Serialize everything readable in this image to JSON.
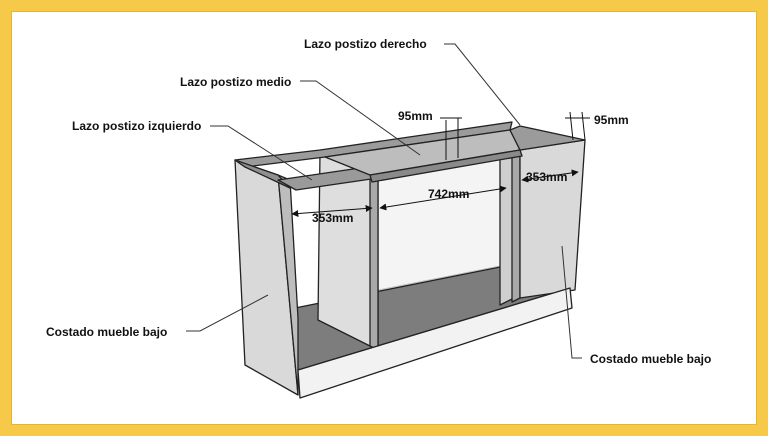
{
  "labels": {
    "lazo_derecho": "Lazo postizo derecho",
    "lazo_medio": "Lazo postizo medio",
    "lazo_izquierdo": "Lazo postizo izquierdo",
    "costado_izquierdo": "Costado mueble bajo",
    "costado_derecho": "Costado mueble bajo"
  },
  "dimensions": {
    "lazo_medio_ancho": "95mm",
    "lazo_derecho_ancho": "95mm",
    "hueco_izquierdo": "353mm",
    "hueco_central": "742mm",
    "hueco_derecho": "353mm"
  },
  "colors": {
    "background": "#f7c948",
    "panel": "#d9d9d9",
    "edge": "#222222"
  }
}
